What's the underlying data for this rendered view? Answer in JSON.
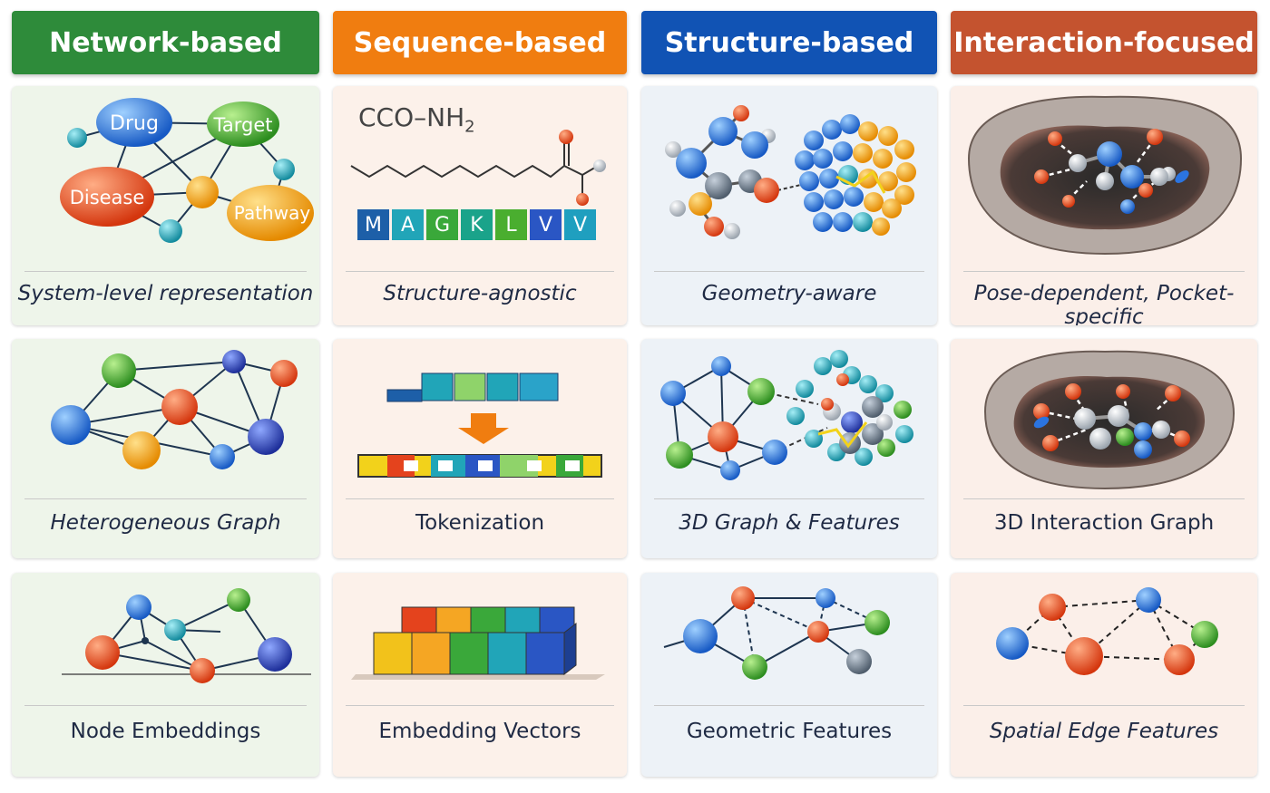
{
  "headers": [
    {
      "label": "Network-based",
      "color": "#2e8b3a"
    },
    {
      "label": "Sequence-based",
      "color": "#f07d10"
    },
    {
      "label": "Structure-based",
      "color": "#1153b4"
    },
    {
      "label": "Interaction-focused",
      "color": "#c4532f"
    }
  ],
  "row1": {
    "network": {
      "caption": "System-level representation",
      "nodes": {
        "drug": "Drug",
        "target": "Target",
        "disease": "Disease",
        "pathway": "Pathway"
      }
    },
    "sequence": {
      "caption": "Structure-agnostic",
      "formula_main": "CCO–NH",
      "formula_sub": "2",
      "residues": [
        "M",
        "A",
        "G",
        "K",
        "L",
        "V",
        "V"
      ]
    },
    "structure": {
      "caption": "Geometry-aware"
    },
    "interaction": {
      "caption": "Pose-dependent, Pocket-specific"
    }
  },
  "row2": {
    "network": {
      "caption": "Heterogeneous Graph"
    },
    "sequence": {
      "caption": "Tokenization"
    },
    "structure": {
      "caption": "3D Graph & Features"
    },
    "interaction": {
      "caption": "3D Interaction Graph"
    }
  },
  "row3": {
    "network": {
      "caption": "Node Embeddings"
    },
    "sequence": {
      "caption": "Embedding Vectors"
    },
    "structure": {
      "caption": "Geometric Features"
    },
    "interaction": {
      "caption": "Spatial Edge Features"
    }
  },
  "colors": {
    "green": "#3aa83a",
    "blue": "#1f6fd1",
    "orange": "#f5a623",
    "red": "#e4431d",
    "teal": "#21a5b8",
    "navy": "#2b4fb5",
    "gray": "#7f8a97"
  }
}
